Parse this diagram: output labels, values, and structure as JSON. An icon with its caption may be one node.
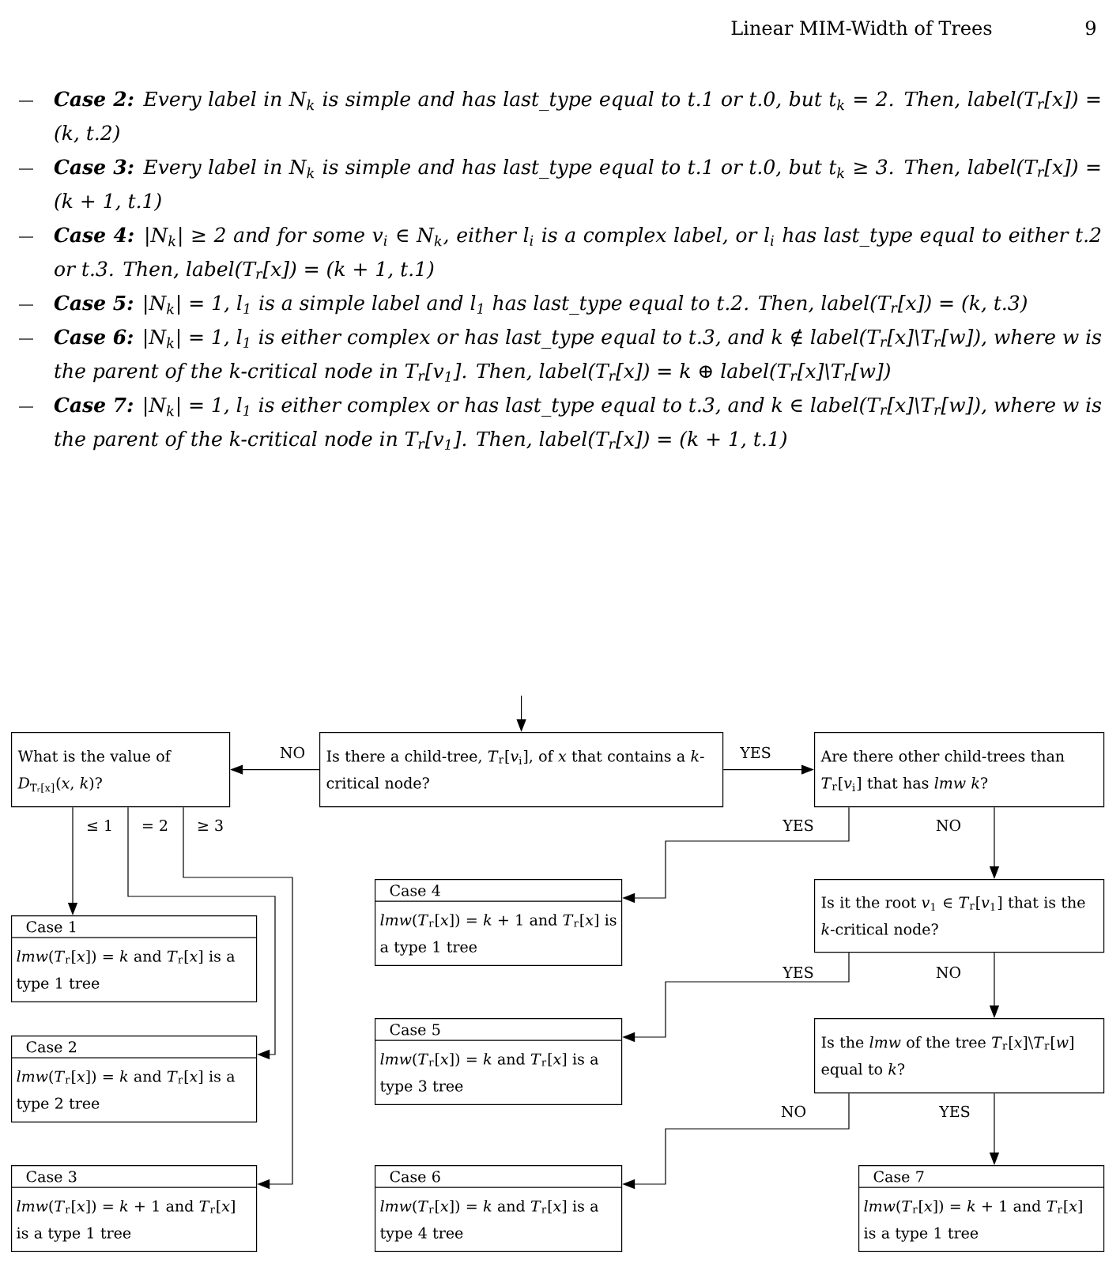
{
  "diagram": {
    "nodes": [
      {
        "text": [
          "What is the value of *D*$_{Tᵣ[x]}$(*x*, *k*)?"
        ]
      },
      {
        "text": [
          "Is there a child-tree, *T*$_{r}$[*v*$_{i}$], of *x* that contains a *k*-critical node?"
        ]
      },
      {
        "text": [
          "Are there other child-trees than *T*$_{r}$[*v*$_{i}$] that has *lmw k*?"
        ]
      },
      {
        "text": [
          "Case 1",
          "*lmw*(*T*$_{r}$[*x*]) = *k* and *T*$_{r}$[*x*] is a type 1 tree"
        ]
      },
      {
        "text": [
          "Case 4",
          "*lmw*(*T*$_{r}$[*x*]) = *k* + 1 and *T*$_{r}$[*x*] is a type 1 tree"
        ]
      },
      {
        "text": [
          "Is it the root *v*$_{1}$ ∈ *T*$_{r}$[*v*$_{1}$] that is the *k*-critical node?"
        ]
      },
      {
        "text": [
          "Case 2",
          "*lmw*(*T*$_{r}$[*x*]) = *k* and *T*$_{r}$[*x*] is a type 2 tree"
        ]
      },
      {
        "text": [
          "Case 5",
          "*lmw*(*T*$_{r}$[*x*]) = *k* and *T*$_{r}$[*x*] is a type 3 tree"
        ]
      },
      {
        "text": [
          "Is the *lmw* of the tree *T*$_{r}$[*x*]\\*T*$_{r}$[*w*] equal to *k*?"
        ]
      },
      {
        "text": [
          "Case 3",
          "*lmw*(*T*$_{r}$[*x*]) = *k* + 1 and *T*$_{r}$[*x*] is a type 1 tree"
        ]
      },
      {
        "text": [
          "Case 6",
          "*lmw*(*T*$_{r}$[*x*]) = *k* and *T*$_{r}$[*x*] is a type 4 tree"
        ]
      },
      {
        "text": [
          "Case 7",
          "*lmw*(*T*$_{r}$[*x*]) = *k* + 1 and *T*$_{r}$[*x*] is a type 1 tree"
        ]
      }
    ],
    "edges": [
      {
        "from": null,
        "to": 1,
        "arrow": "to"
      },
      {
        "from": 1,
        "to": 0,
        "arrow": "to",
        "label": "NO"
      },
      {
        "from": 1,
        "to": 2,
        "arrow": "to",
        "label": "YES"
      },
      {
        "from": 0,
        "to": 3,
        "arrow": "to",
        "label": "≤ 1"
      },
      {
        "from": 0,
        "to": 6,
        "arrow": "to",
        "label": "= 2"
      },
      {
        "from": 0,
        "to": 9,
        "arrow": "to",
        "label": "≥ 3"
      },
      {
        "from": 2,
        "to": 4,
        "arrow": "to",
        "label": "YES"
      },
      {
        "from": 2,
        "to": 5,
        "arrow": "to",
        "label": "NO"
      },
      {
        "from": 5,
        "to": 7,
        "arrow": "to",
        "label": "YES"
      },
      {
        "from": 5,
        "to": 8,
        "arrow": "to",
        "label": "NO"
      },
      {
        "from": 8,
        "to": 10,
        "arrow": "to",
        "label": "NO"
      },
      {
        "from": 8,
        "to": 11,
        "arrow": "to",
        "label": "YES"
      }
    ],
    "labels": [
      "Linear MIM-Width of Trees",
      "9",
      "**Case 2:** Every label in N$_{k}$ is simple and has last_type equal to t.1 or t.0, but t$_{k}$ = 2. Then, label(T$_{r}$[x]) = (k, t.2)",
      "**Case 3:** Every label in N$_{k}$ is simple and has last_type equal to t.1 or t.0, but t$_{k}$ ≥ 3. Then, label(T$_{r}$[x]) = (k + 1, t.1)",
      "**Case 4:** |N$_{k}$| ≥ 2 and for some v$_{i}$ ∈ N$_{k}$, either l$_{i}$ is a complex label, or l$_{i}$ has last_type equal to either t.2 or t.3. Then, label(T$_{r}$[x]) = (k + 1, t.1)",
      "**Case 5:** |N$_{k}$| = 1, l$_{1}$ is a simple label and l$_{1}$ has last_type equal to t.2. Then, label(T$_{r}$[x]) = (k, t.3)",
      "**Case 6:** |N$_{k}$| = 1, l$_{1}$ is either complex or has last_type equal to t.3, and k ∉ label(T$_{r}$[x]\\T$_{r}$[w]), where w is the parent of the k-critical node in T$_{r}$[v$_{1}$]. Then, label(T$_{r}$[x]) = k ⊕ label(T$_{r}$[x]\\T$_{r}$[w])",
      "**Case 7:** |N$_{k}$| = 1, l$_{1}$ is either complex or has last_type equal to t.3, and k ∈ label(T$_{r}$[x]\\T$_{r}$[w]), where w is the parent of the k-critical node in T$_{r}$[v$_{1}$]. Then, label(T$_{r}$[x]) = (k + 1, t.1)"
    ]
  }
}
